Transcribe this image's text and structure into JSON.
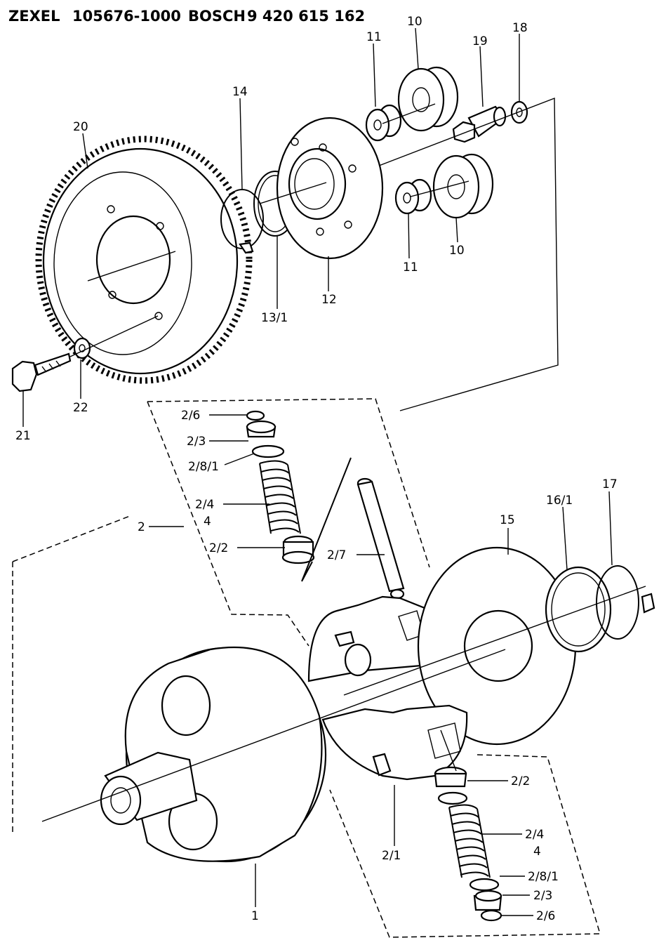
{
  "header": {
    "maker1": "ZEXEL",
    "part1": "105676-1000",
    "maker2": "BOSCH",
    "part2": "9 420 615 162"
  },
  "labels": {
    "l20": "20",
    "l14": "14",
    "l11a": "11",
    "l10a": "10",
    "l19": "19",
    "l18": "18",
    "l13_1": "13/1",
    "l12": "12",
    "l11b": "11",
    "l10b": "10",
    "l21": "21",
    "l22": "22",
    "l2_6a": "2/6",
    "l2_3a": "2/3",
    "l2_8_1a": "2/8/1",
    "l2_4a": "2/4",
    "l2_4a_qty": "4",
    "l2_2a": "2/2",
    "l2_7": "2/7",
    "l2": "2",
    "l15": "15",
    "l16_1": "16/1",
    "l17": "17",
    "l2_2b": "2/2",
    "l2_4b": "2/4",
    "l2_4b_qty": "4",
    "l2_8_1b": "2/8/1",
    "l2_3b": "2/3",
    "l2_6b": "2/6",
    "l2_1": "2/1",
    "l1": "1"
  }
}
